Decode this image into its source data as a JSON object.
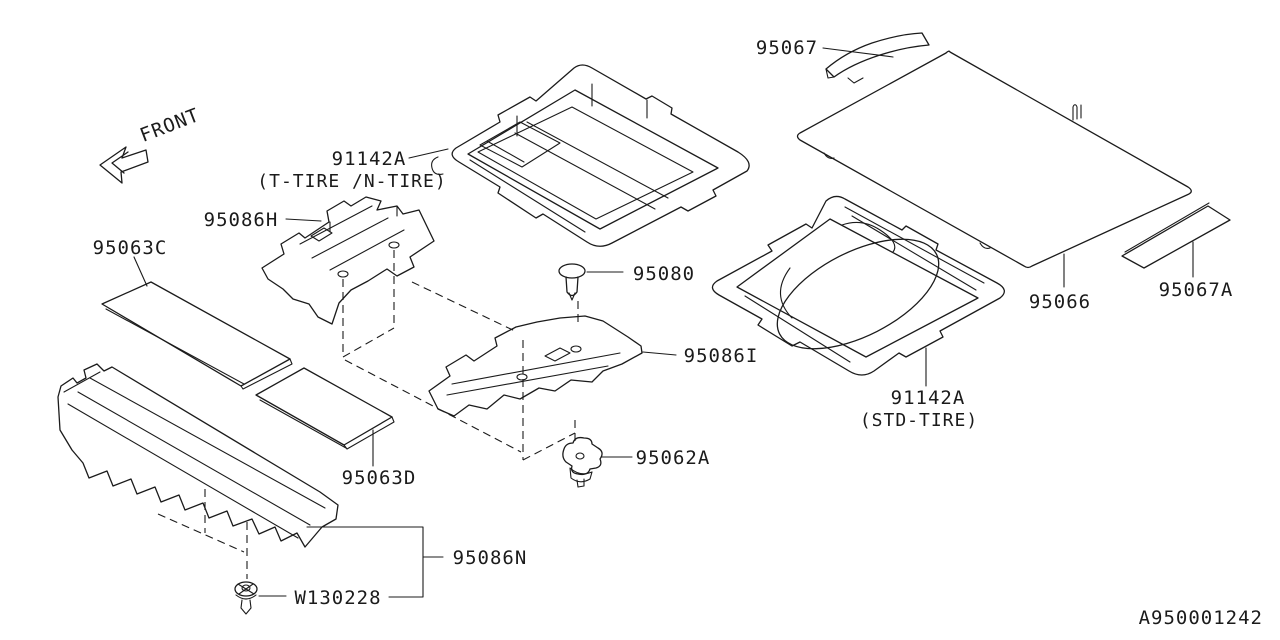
{
  "diagram": {
    "type": "parts-exploded-diagram",
    "subject": "MAT (luggage / trunk floor mats and spacers)",
    "orientation_label": "FRONT",
    "drawing_number": "A950001242",
    "colors": {
      "line": "#1b1b1b",
      "background": "#ffffff"
    },
    "labels": {
      "front": "FRONT",
      "p95067": "95067",
      "p91142a_tn": "91142A",
      "p91142a_tn_variant": "(T-TIRE /N-TIRE)",
      "p95086h": "95086H",
      "p95063c": "95063C",
      "p95080": "95080",
      "p95086i": "95086I",
      "p95066": "95066",
      "p95067a": "95067A",
      "p91142a_std": "91142A",
      "p91142a_std_variant": "(STD-TIRE)",
      "p95062a": "95062A",
      "p95063d": "95063D",
      "p95086n": "95086N",
      "pw130228": "W130228",
      "drawing_number": "A950001242"
    }
  }
}
